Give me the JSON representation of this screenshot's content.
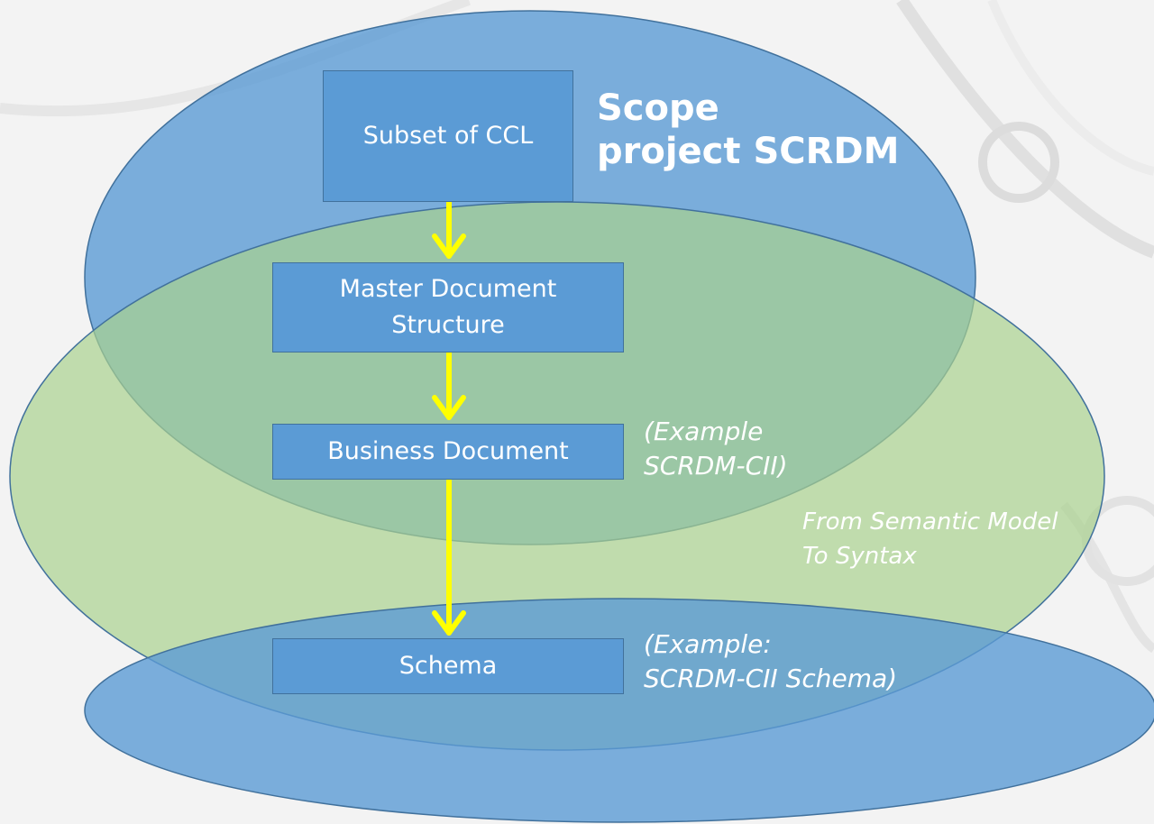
{
  "title": {
    "line1": "Scope",
    "line2": "project SCRDM"
  },
  "boxes": {
    "subset": "Subset of CCL",
    "master_line1": "Master Document",
    "master_line2": "Structure",
    "business": "Business Document",
    "schema": "Schema"
  },
  "notes": {
    "example1_line1": "(Example",
    "example1_line2": "SCRDM-CII)",
    "semantic_line1": "From Semantic Model",
    "semantic_line2": "To Syntax",
    "example2_line1": "(Example:",
    "example2_line2": "SCRDM-CII Schema)"
  },
  "colors": {
    "blue_ellipse": "#5b9bd5",
    "green_ellipse": "#a9d18e",
    "box_fill": "#5b9bd5",
    "arrow": "#ffff00",
    "text": "#ffffff"
  }
}
